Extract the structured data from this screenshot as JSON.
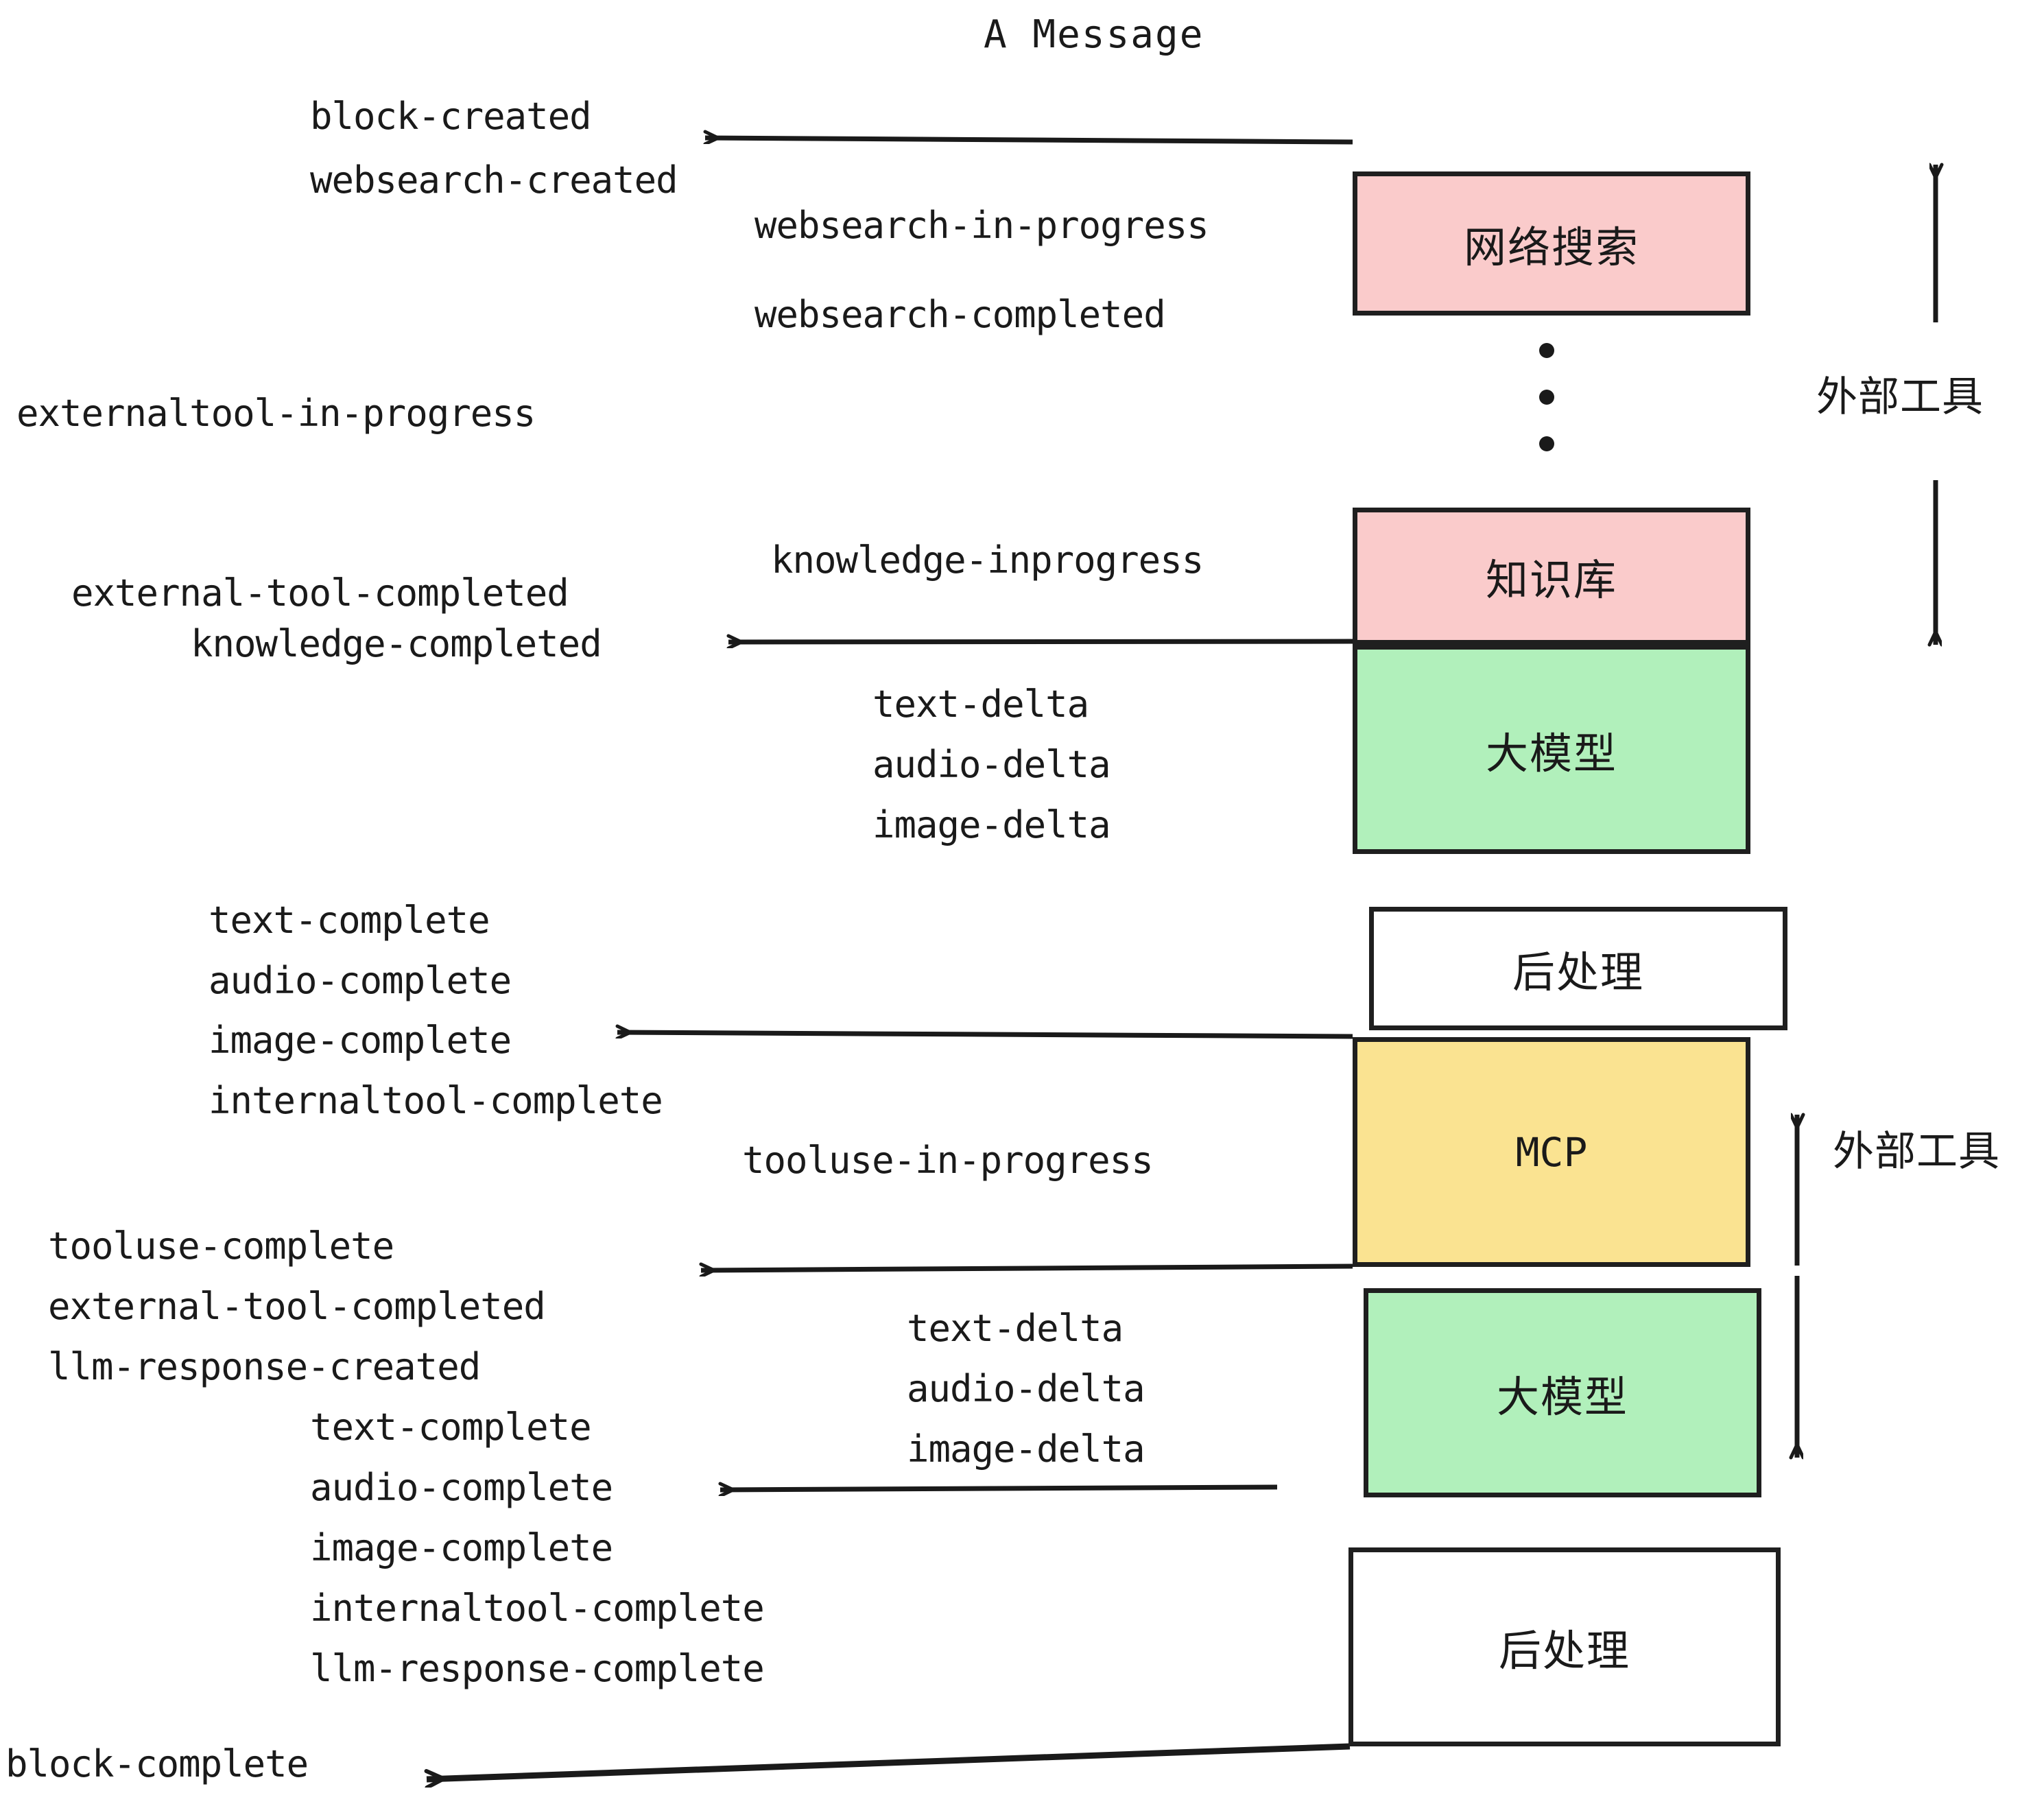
{
  "diagram": {
    "title": "A Message",
    "colors": {
      "pink": "#FACBCB",
      "green": "#B1F0BB",
      "yellow": "#FAE391",
      "white": "#FFFFFF",
      "stroke": "#1F1F1F",
      "text": "#1A1A1A"
    },
    "nodes": [
      {
        "id": "websearch",
        "label": "网络搜索",
        "fill": "pink"
      },
      {
        "id": "knowledge",
        "label": "知识库",
        "fill": "pink"
      },
      {
        "id": "llm-1",
        "label": "大模型",
        "fill": "green"
      },
      {
        "id": "postproc-1",
        "label": "后处理",
        "fill": "white"
      },
      {
        "id": "mcp",
        "label": "MCP",
        "fill": "yellow"
      },
      {
        "id": "llm-2",
        "label": "大模型",
        "fill": "green"
      },
      {
        "id": "postproc-2",
        "label": "后处理",
        "fill": "white"
      }
    ],
    "side_labels": [
      {
        "id": "external-tool-top",
        "text": "外部工具"
      },
      {
        "id": "external-tool-bottom",
        "text": "外部工具"
      }
    ],
    "events": [
      {
        "id": "block-created",
        "text": "block-created"
      },
      {
        "id": "websearch-created",
        "text": "websearch-created"
      },
      {
        "id": "websearch-in-progress",
        "text": "websearch-in-progress"
      },
      {
        "id": "websearch-completed",
        "text": "websearch-completed"
      },
      {
        "id": "externaltool-in-progress",
        "text": "externaltool-in-progress"
      },
      {
        "id": "knowledge-inprogress",
        "text": "knowledge-inprogress"
      },
      {
        "id": "external-tool-completed-1",
        "text": "external-tool-completed"
      },
      {
        "id": "knowledge-completed",
        "text": "knowledge-completed"
      },
      {
        "id": "text-delta-1",
        "text": "text-delta"
      },
      {
        "id": "audio-delta-1",
        "text": "audio-delta"
      },
      {
        "id": "image-delta-1",
        "text": "image-delta"
      },
      {
        "id": "text-complete-1",
        "text": "text-complete"
      },
      {
        "id": "audio-complete-1",
        "text": "audio-complete"
      },
      {
        "id": "image-complete-1",
        "text": "image-complete"
      },
      {
        "id": "internaltool-complete-1",
        "text": "internaltool-complete"
      },
      {
        "id": "tooluse-in-progress",
        "text": "tooluse-in-progress"
      },
      {
        "id": "tooluse-complete",
        "text": "tooluse-complete"
      },
      {
        "id": "external-tool-completed-2",
        "text": "external-tool-completed"
      },
      {
        "id": "llm-response-created",
        "text": "llm-response-created"
      },
      {
        "id": "text-delta-2",
        "text": "text-delta"
      },
      {
        "id": "audio-delta-2",
        "text": "audio-delta"
      },
      {
        "id": "image-delta-2",
        "text": "image-delta"
      },
      {
        "id": "text-complete-2",
        "text": "text-complete"
      },
      {
        "id": "audio-complete-2",
        "text": "audio-complete"
      },
      {
        "id": "image-complete-2",
        "text": "image-complete"
      },
      {
        "id": "internaltool-complete-2",
        "text": "internaltool-complete"
      },
      {
        "id": "llm-response-complete",
        "text": "llm-response-complete"
      },
      {
        "id": "block-complete",
        "text": "block-complete"
      }
    ]
  }
}
